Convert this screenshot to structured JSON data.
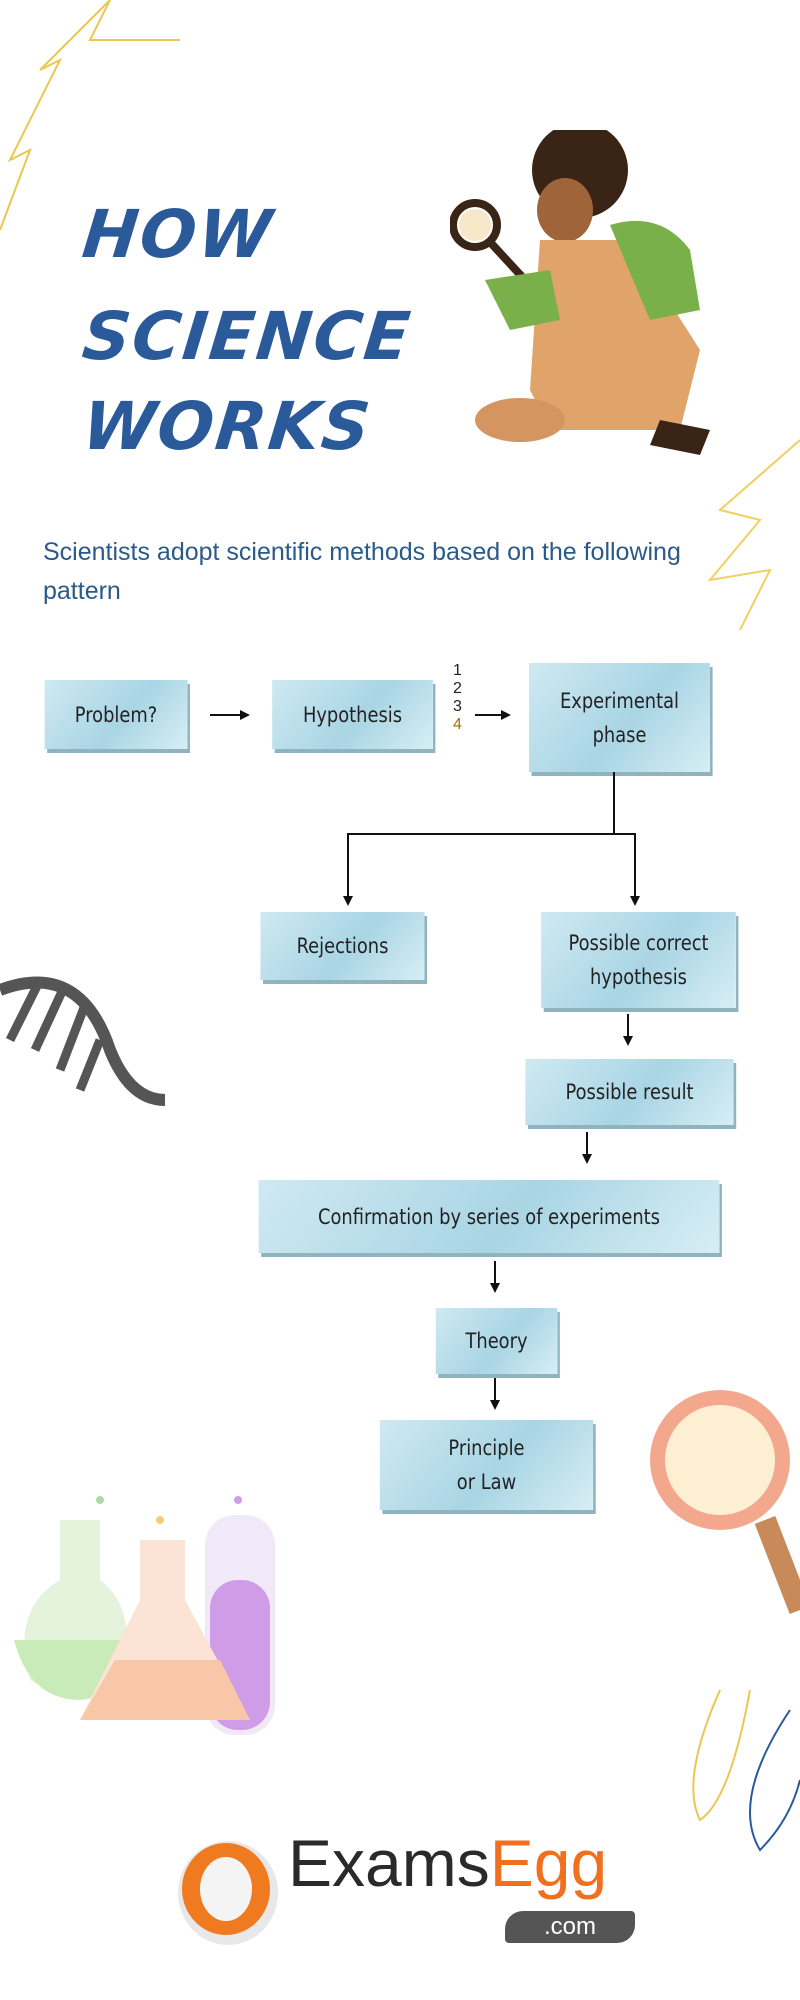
{
  "title": {
    "line1": "HOW",
    "line2": "SCIENCE",
    "line3": "WORKS"
  },
  "subtitle": "Scientists adopt scientific methods based on the following pattern",
  "flow": {
    "problem": "Problem?",
    "hypothesis": "Hypothesis",
    "numbers": [
      "1",
      "2",
      "3",
      "4"
    ],
    "experimental": "Experimental phase",
    "rejections": "Rejections",
    "possible_correct": "Possible correct hypothesis",
    "possible_result": "Possible result",
    "confirmation": "Confirmation by series of experiments",
    "theory": "Theory",
    "principle": "Principle or Law"
  },
  "logo": {
    "name_dark": "Exams",
    "name_orange": "Egg",
    "suffix": ".com"
  },
  "colors": {
    "title": "#2a5a9a",
    "box": "#a9d5e4",
    "logo_orange": "#f07020"
  }
}
